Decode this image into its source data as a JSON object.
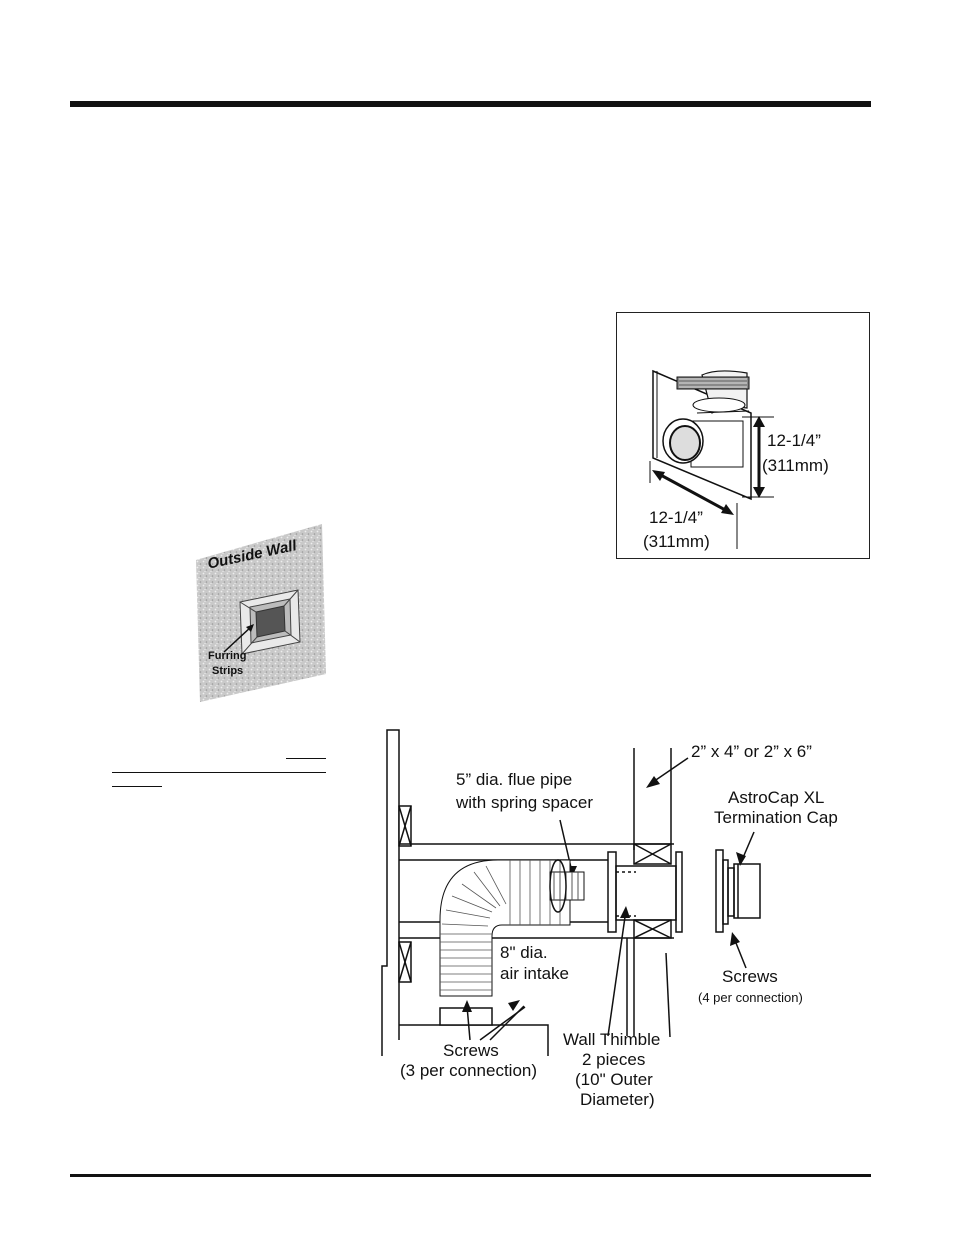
{
  "cap_figure": {
    "height_dim": "12-1/4”",
    "height_dim_mm": "(311mm)",
    "width_dim": "12-1/4”",
    "width_dim_mm": "(311mm)"
  },
  "wall_figure": {
    "title": "Outside Wall",
    "callout_line1": "Furring",
    "callout_line2": "Strips"
  },
  "install_figure": {
    "stud_label": "2” x 4” or 2” x 6”",
    "cap_label_line1": "AstroCap XL",
    "cap_label_line2": "Termination Cap",
    "flue_label_line1": "5” dia. flue pipe",
    "flue_label_line2": "with spring spacer",
    "intake_label_line1": "8\" dia.",
    "intake_label_line2": "air intake",
    "screws_right_label": "Screws",
    "screws_right_sub": "(4 per connection)",
    "screws_left_label": "Screws",
    "screws_left_sub": "(3 per connection)",
    "thimble_line1": "Wall Thimble",
    "thimble_line2": "2 pieces",
    "thimble_line3": "(10\" Outer",
    "thimble_line4": "Diameter)"
  }
}
